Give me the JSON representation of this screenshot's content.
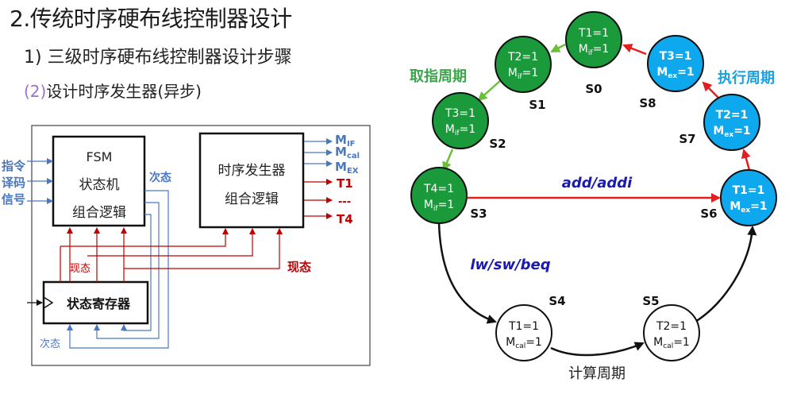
{
  "header": {
    "title": "2.传统时序硬布线控制器设计",
    "step": "1) 三级时序硬布线控制器设计步骤",
    "substep_num": "(2)",
    "substep_text": "设计时序发生器(异步)"
  },
  "left_diagram": {
    "input_labels": [
      "指令",
      "译码",
      "信号"
    ],
    "fsm_lines": [
      "FSM",
      "状态机",
      "组合逻辑"
    ],
    "timing_lines": [
      "时序发生器",
      "组合逻辑"
    ],
    "next_state_label_top": "次态",
    "next_state_label_bottom": "次态",
    "current_state_label_left": "现态",
    "current_state_label_right": "现态",
    "state_register": "状态寄存器",
    "outputs": {
      "m_if": {
        "main": "M",
        "sub": "IF"
      },
      "m_cal": {
        "main": "M",
        "sub": "cal"
      },
      "m_ex": {
        "main": "M",
        "sub": "EX"
      },
      "t1": "T1",
      "dots": "---",
      "t4": "T4"
    },
    "colors": {
      "blue": "#4a78c0",
      "red": "#c00000"
    }
  },
  "fsm": {
    "states": {
      "s0": {
        "name": "S0",
        "line1": "T1=1",
        "m_main": "M",
        "m_sub": "if",
        "m_val": "=1"
      },
      "s1": {
        "name": "S1",
        "line1": "T2=1",
        "m_main": "M",
        "m_sub": "if",
        "m_val": "=1"
      },
      "s2": {
        "name": "S2",
        "line1": "T3=1",
        "m_main": "M",
        "m_sub": "if",
        "m_val": "=1"
      },
      "s3": {
        "name": "S3",
        "line1": "T4=1",
        "m_main": "M",
        "m_sub": "if",
        "m_val": "=1"
      },
      "s4": {
        "name": "S4",
        "line1": "T1=1",
        "m_main": "M",
        "m_sub": "cal",
        "m_val": "=1"
      },
      "s5": {
        "name": "S5",
        "line1": "T2=1",
        "m_main": "M",
        "m_sub": "cal",
        "m_val": "=1"
      },
      "s6": {
        "name": "S6",
        "line1": "T1=1",
        "m_main": "M",
        "m_sub": "ex",
        "m_val": "=1"
      },
      "s7": {
        "name": "S7",
        "line1": "T2=1",
        "m_main": "M",
        "m_sub": "ex",
        "m_val": "=1"
      },
      "s8": {
        "name": "S8",
        "line1": "T3=1",
        "m_main": "M",
        "m_sub": "ex",
        "m_val": "=1"
      }
    },
    "labels": {
      "fetch": "取指周期",
      "execute": "执行周期",
      "compute": "计算周期",
      "add": "add/addi",
      "lw": "lw/sw/beq"
    },
    "colors": {
      "fetch_fill": "#1a9a3a",
      "exec_fill": "#0ea8ef",
      "calc_fill": "#ffffff",
      "fetch_text": "#3aa64a",
      "exec_text": "#1aa0e0",
      "branch_text": "#1a1ab0",
      "green_arrow": "#6cbf3a",
      "red_arrow": "#e02020"
    }
  }
}
